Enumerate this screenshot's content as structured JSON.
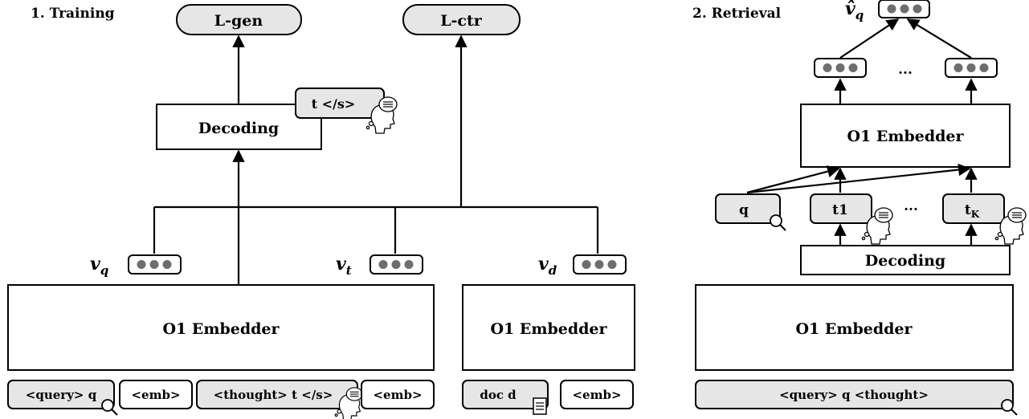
{
  "training": {
    "title": "1. Training",
    "l_gen": "L-gen",
    "l_ctr": "L-ctr",
    "decoding": "Decoding",
    "thought_tag": "t </s>",
    "v_q": "v",
    "v_q_sub": "q",
    "v_t": "v",
    "v_t_sub": "t",
    "v_d": "v",
    "v_d_sub": "d",
    "embedder_left": "O1 Embedder",
    "embedder_right": "O1 Embedder",
    "inputs": [
      "<query> q",
      "<emb>",
      "<thought> t </s>",
      "<emb>",
      "doc d",
      "<emb>"
    ]
  },
  "retrieval": {
    "title": "2. Retrieval",
    "v_hat": "v̂",
    "v_hat_sub": "q",
    "ellipsis_top": "...",
    "embedder_top": "O1 Embedder",
    "q": "q",
    "t1": "t1",
    "ellipsis_mid": "...",
    "tk": "t",
    "tk_sub": "K",
    "decoding": "Decoding",
    "embedder_bottom": "O1 Embedder",
    "input": "<query> q <thought>"
  }
}
